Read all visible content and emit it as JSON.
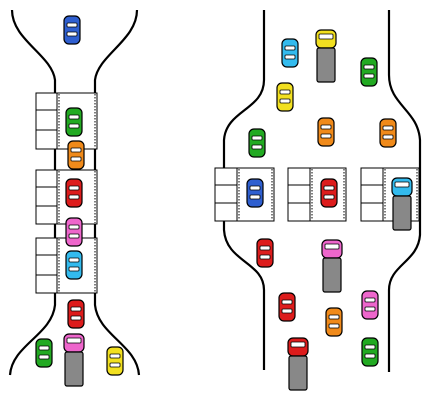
{
  "scene": {
    "title": "",
    "colors": {
      "blue": "#2f5fd0",
      "green": "#22aa22",
      "orange": "#f08a1a",
      "red": "#dd1c1c",
      "pink": "#ee66cc",
      "cyan": "#33bbee",
      "yellow": "#f2e020",
      "gray": "#888888",
      "road_line": "#000000",
      "background": "#ffffff"
    },
    "left_plaza": {
      "booth_count": 3,
      "vehicles": [
        {
          "kind": "car",
          "color": "blue",
          "icon": "car-icon"
        },
        {
          "kind": "car",
          "color": "green",
          "icon": "car-icon"
        },
        {
          "kind": "car",
          "color": "orange",
          "icon": "car-icon"
        },
        {
          "kind": "car",
          "color": "red",
          "icon": "car-icon"
        },
        {
          "kind": "car",
          "color": "pink",
          "icon": "car-icon"
        },
        {
          "kind": "car",
          "color": "cyan",
          "icon": "car-icon"
        },
        {
          "kind": "car",
          "color": "red",
          "icon": "car-icon"
        },
        {
          "kind": "car",
          "color": "green",
          "icon": "car-icon"
        },
        {
          "kind": "truck",
          "color": "pink",
          "icon": "truck-icon"
        },
        {
          "kind": "car",
          "color": "yellow",
          "icon": "car-icon"
        }
      ]
    },
    "right_plaza": {
      "booth_count": 3,
      "vehicles": [
        {
          "kind": "car",
          "color": "cyan",
          "icon": "car-icon"
        },
        {
          "kind": "truck",
          "color": "yellow",
          "icon": "truck-icon"
        },
        {
          "kind": "car",
          "color": "green",
          "icon": "car-icon"
        },
        {
          "kind": "car",
          "color": "yellow",
          "icon": "car-icon"
        },
        {
          "kind": "car",
          "color": "green",
          "icon": "car-icon"
        },
        {
          "kind": "car",
          "color": "orange",
          "icon": "car-icon"
        },
        {
          "kind": "car",
          "color": "orange",
          "icon": "car-icon"
        },
        {
          "kind": "car",
          "color": "blue",
          "icon": "car-icon"
        },
        {
          "kind": "car",
          "color": "red",
          "icon": "car-icon"
        },
        {
          "kind": "truck",
          "color": "cyan",
          "icon": "truck-icon"
        },
        {
          "kind": "car",
          "color": "red",
          "icon": "car-icon"
        },
        {
          "kind": "truck",
          "color": "pink",
          "icon": "truck-icon"
        },
        {
          "kind": "car",
          "color": "red",
          "icon": "car-icon"
        },
        {
          "kind": "car",
          "color": "pink",
          "icon": "car-icon"
        },
        {
          "kind": "car",
          "color": "orange",
          "icon": "car-icon"
        },
        {
          "kind": "truck",
          "color": "red",
          "icon": "truck-icon"
        },
        {
          "kind": "car",
          "color": "green",
          "icon": "car-icon"
        }
      ]
    }
  }
}
